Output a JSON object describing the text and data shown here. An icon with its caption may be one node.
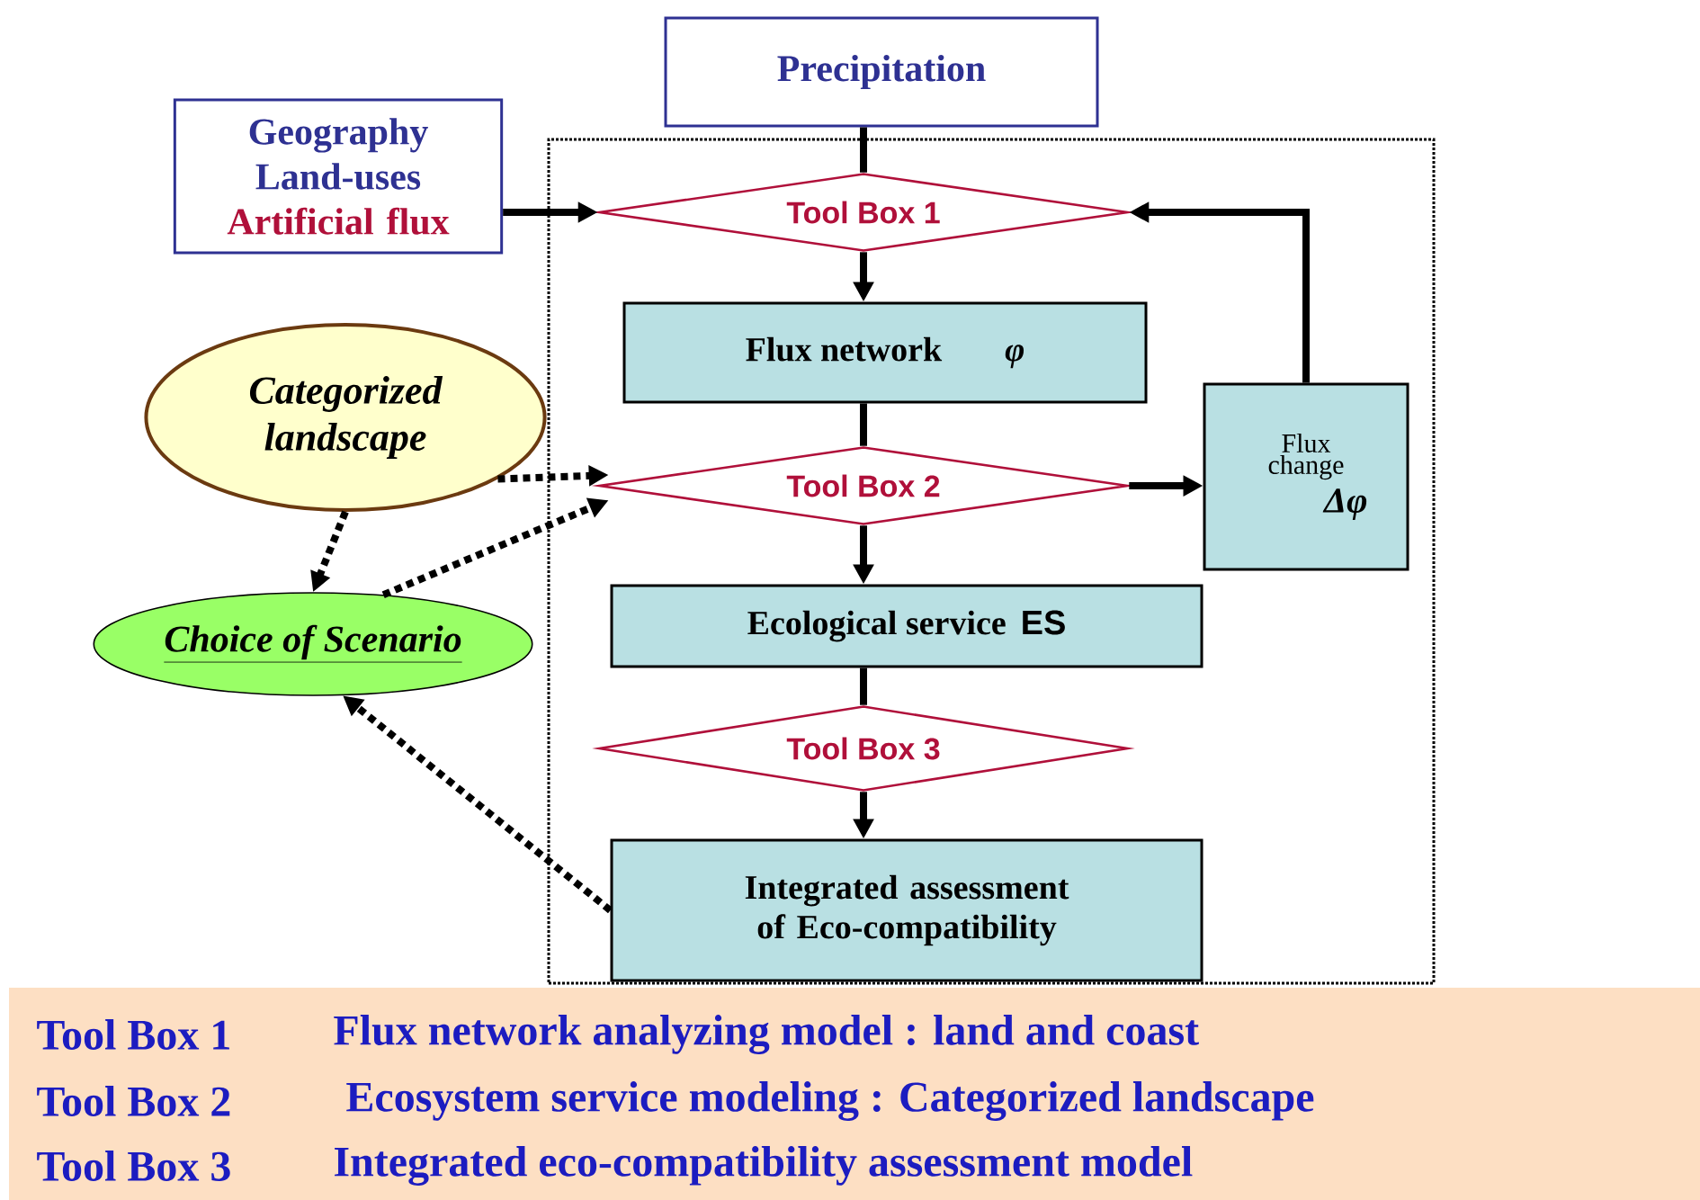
{
  "diagram": {
    "nodes": [
      {
        "text": [
          "Precipitation"
        ]
      },
      {
        "text": [
          "Geography",
          "Land-uses",
          "Artificial flux"
        ]
      },
      {
        "text": [],
        "shape": "box"
      },
      {
        "text": [
          "Tool Box 1"
        ],
        "in": 2
      },
      {
        "text": [
          "Flux network",
          "φ"
        ],
        "in": 2
      },
      {
        "text": [
          "Categorized landscape"
        ]
      },
      {
        "text": [
          "Tool Box 2"
        ],
        "in": 2
      },
      {
        "text": [
          "Flux change",
          "Δφ"
        ],
        "in": 2
      },
      {
        "text": [
          "Choice of Scenario"
        ]
      },
      {
        "text": [
          "Ecological service",
          "ES"
        ],
        "in": 2
      },
      {
        "text": [
          "Tool Box 3"
        ],
        "in": 2
      },
      {
        "text": [
          "Integrated assessment of Eco-compatibility"
        ],
        "in": 2
      }
    ],
    "edges": [
      {
        "from": 0,
        "to": 3,
        "arrow": "none"
      },
      {
        "from": 1,
        "to": 3,
        "arrow": "to"
      },
      {
        "from": 3,
        "to": 4,
        "arrow": "to"
      },
      {
        "from": 4,
        "to": 6,
        "arrow": "none"
      },
      {
        "from": 6,
        "to": 9,
        "arrow": "to"
      },
      {
        "from": 6,
        "to": 7,
        "arrow": "to"
      },
      {
        "from": 7,
        "to": 3,
        "arrow": "to"
      },
      {
        "from": 9,
        "to": 10,
        "arrow": "none"
      },
      {
        "from": 10,
        "to": 11,
        "arrow": "to"
      },
      {
        "from": 5,
        "to": 6,
        "arrow": "to",
        "style": "dashed"
      },
      {
        "from": 5,
        "to": 8,
        "arrow": "to",
        "style": "dashed"
      },
      {
        "from": 8,
        "to": 6,
        "arrow": "to",
        "style": "dashed"
      },
      {
        "from": 11,
        "to": 8,
        "arrow": "to",
        "style": "dashed"
      }
    ],
    "labels": [
      "Tool Box 1",
      "Flux network analyzing model : land and coast",
      "Tool Box 2",
      "Ecosystem service modeling : Categorized landscape",
      "Tool Box 3",
      "Integrated eco-compatibility assessment model"
    ]
  }
}
